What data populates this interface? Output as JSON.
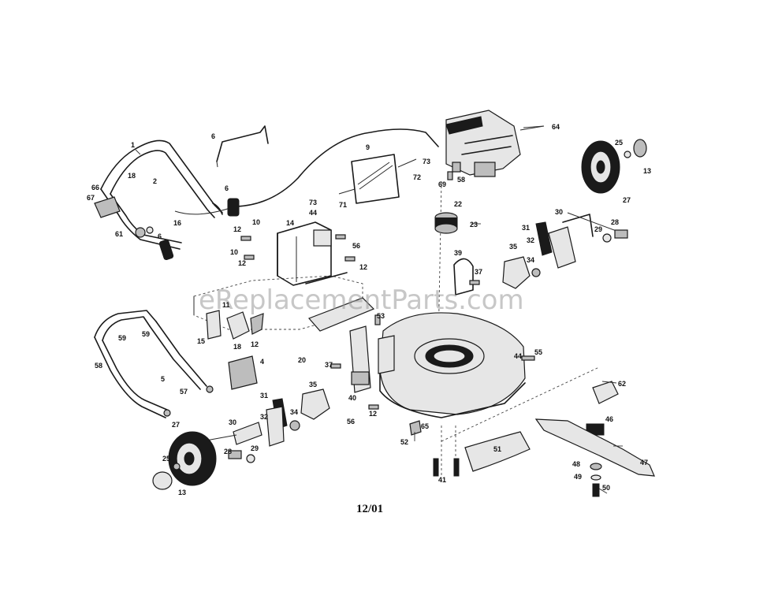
{
  "watermark": "eReplacementParts.com",
  "date_code": "12/01",
  "callouts": {
    "c1": "1",
    "c6a": "6",
    "c6b": "6",
    "c6c": "6",
    "c9": "9",
    "c64": "64",
    "c73a": "73",
    "c72": "72",
    "c73b": "73",
    "c71": "71",
    "c69": "69",
    "c58": "58",
    "c25a": "25",
    "c13a": "13",
    "c27a": "27",
    "c18a": "18",
    "c2": "2",
    "c66": "66",
    "c67": "67",
    "c16": "16",
    "c61": "61",
    "c22": "22",
    "c23": "23",
    "c12a": "12",
    "c10a": "10",
    "c14": "14",
    "c44a": "44",
    "c56a": "56",
    "c12b": "12",
    "c10b": "10",
    "c12c": "12",
    "c31a": "31",
    "c30a": "30",
    "c32a": "32",
    "c28a": "28",
    "c29": "29",
    "c35a": "35",
    "c34a": "34",
    "c39": "39",
    "c37a": "37",
    "c11": "11",
    "c15": "15",
    "c18b": "18",
    "c12d": "12",
    "c59a": "59",
    "c59b": "59",
    "c58b": "58",
    "c5": "5",
    "c4": "4",
    "c20": "20",
    "c53": "53",
    "c37b": "37",
    "c35b": "35",
    "c44b": "44",
    "c55": "55",
    "c57": "57",
    "c31b": "31",
    "c32b": "32",
    "c34b": "34",
    "c40": "40",
    "c12e": "12",
    "c56b": "56",
    "c62": "62",
    "c46": "46",
    "c27b": "27",
    "c30b": "30",
    "c28b": "28",
    "c29b": "29",
    "c25b": "25",
    "c13b": "13",
    "c52": "52",
    "c65": "65",
    "c51": "51",
    "c41": "41",
    "c47": "47",
    "c48": "48",
    "c49": "49",
    "c50": "50"
  },
  "colors": {
    "line": "#1a1a1a",
    "paper": "#ffffff",
    "watermark": "#9a9a9a"
  }
}
